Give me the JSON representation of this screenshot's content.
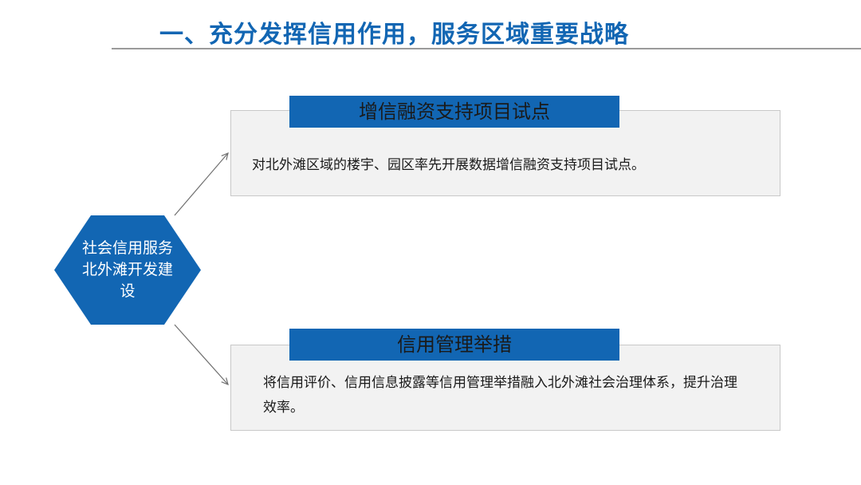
{
  "slide": {
    "title": "一、充分发挥信用作用，服务区域重要战略"
  },
  "colors": {
    "accent": "#1266b3",
    "panel_fill": "#f2f2f2",
    "panel_border": "#c8c8c8",
    "rule": "#9a9a9a",
    "connector": "#6f6f6f"
  },
  "diagram": {
    "center": {
      "label": "社会信用服务北外滩开发建设"
    },
    "branches": [
      {
        "header": "增信融资支持项目试点",
        "body": "对北外滩区域的楼宇、园区率先开展数据增信融资支持项目试点。"
      },
      {
        "header": "信用管理举措",
        "body": "将信用评价、信用信息披露等信用管理举措融入北外滩社会治理体系，提升治理效率。"
      }
    ]
  }
}
